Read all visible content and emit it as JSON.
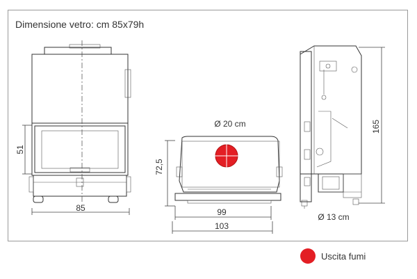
{
  "header": {
    "glass_size": "Dimensione vetro: cm 85x79h"
  },
  "front_view": {
    "height_label": "51",
    "width_label": "85"
  },
  "top_view": {
    "flue_label": "Ø 20 cm",
    "depth_label": "72,5",
    "inner_width_label": "99",
    "outer_width_label": "103"
  },
  "side_view": {
    "height_label": "165",
    "air_inlet_label": "Ø 13 cm"
  },
  "legend": {
    "label": "Uscita fumi",
    "color": "#e31e24"
  }
}
